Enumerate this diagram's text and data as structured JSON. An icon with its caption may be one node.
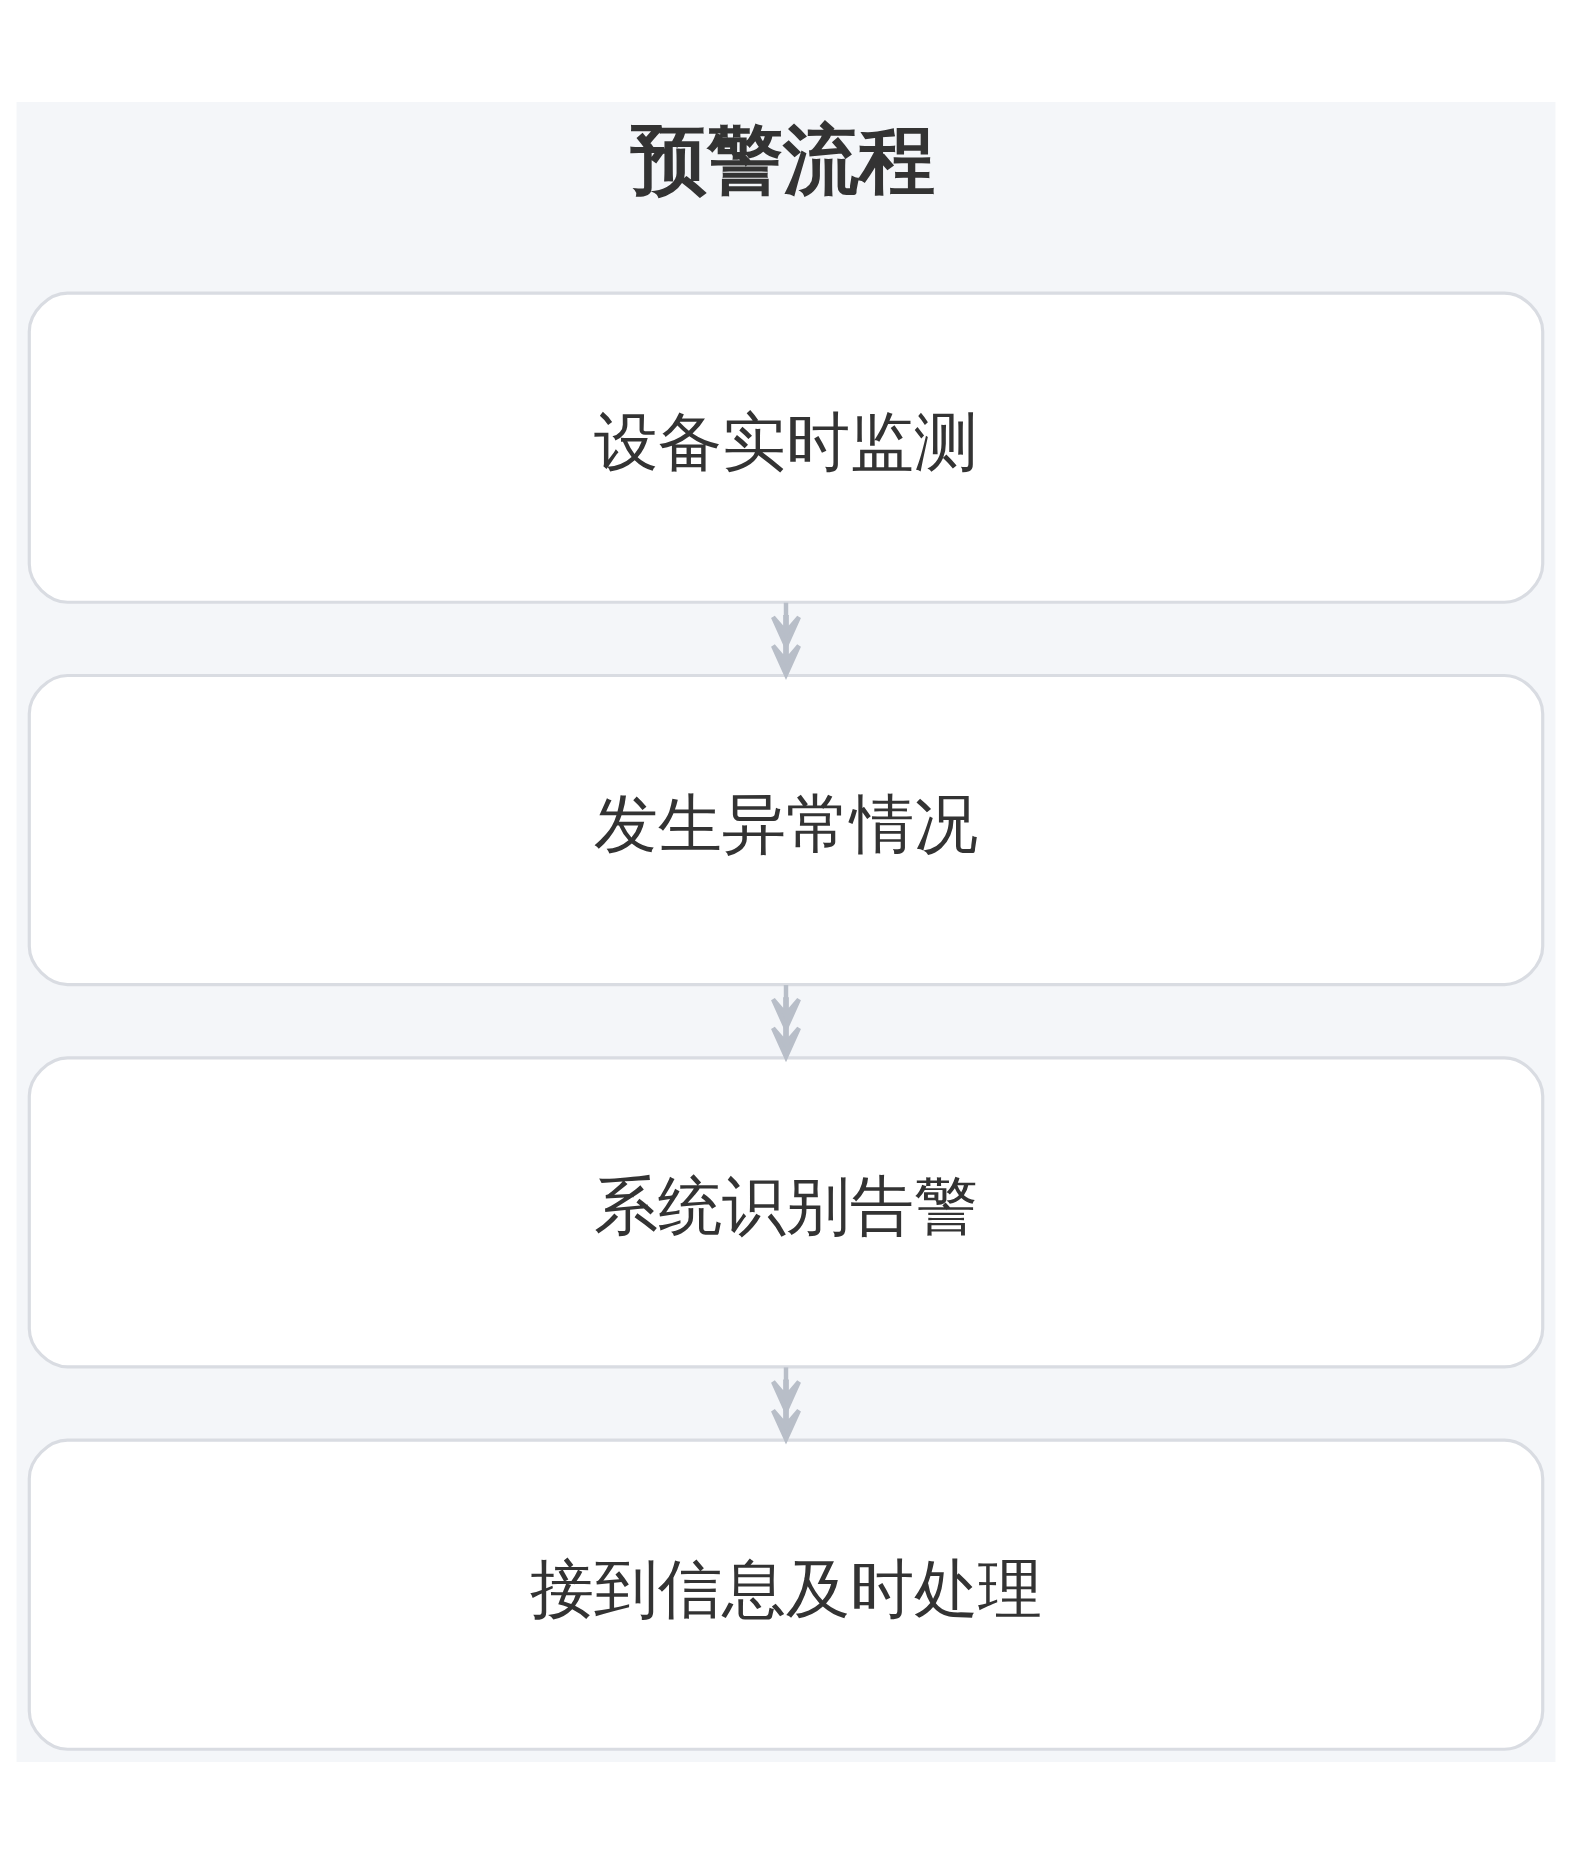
{
  "diagram": {
    "title": "预警流程",
    "nodes": [
      {
        "text": [
          "设备实时监测"
        ]
      },
      {
        "text": [
          "发生异常情况"
        ]
      },
      {
        "text": [
          "系统识别告警"
        ]
      },
      {
        "text": [
          "接到信息及时处理"
        ]
      }
    ],
    "edges": [
      {
        "from": 0,
        "to": 1,
        "arrow": "to"
      },
      {
        "from": 1,
        "to": 2,
        "arrow": "to"
      },
      {
        "from": 2,
        "to": 3,
        "arrow": "to"
      }
    ]
  }
}
